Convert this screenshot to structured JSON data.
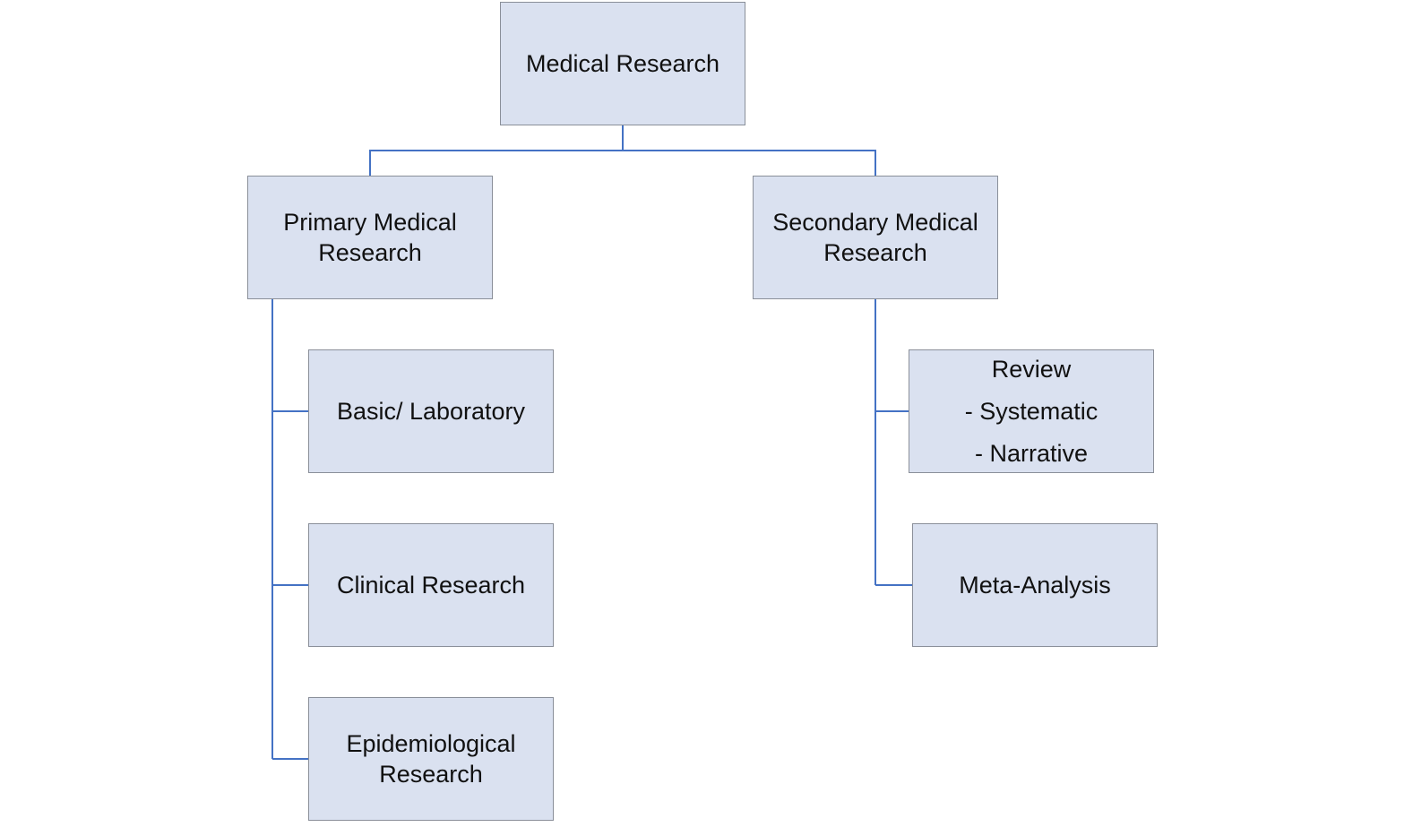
{
  "colors": {
    "box_fill": "#dae1f0",
    "box_border": "#8a8f99",
    "connector": "#4472c4"
  },
  "nodes": {
    "root": {
      "lines": [
        "Medical Research"
      ]
    },
    "primary": {
      "lines": [
        "Primary Medical",
        "Research"
      ]
    },
    "secondary": {
      "lines": [
        "Secondary Medical",
        "Research"
      ]
    },
    "basic": {
      "lines": [
        "Basic/ Laboratory"
      ]
    },
    "clinical": {
      "lines": [
        "Clinical Research"
      ]
    },
    "epidemiological": {
      "lines": [
        "Epidemiological",
        "Research"
      ]
    },
    "review": {
      "lines": [
        "Review",
        "- Systematic",
        "- Narrative"
      ]
    },
    "meta": {
      "lines": [
        "Meta-Analysis"
      ]
    }
  }
}
